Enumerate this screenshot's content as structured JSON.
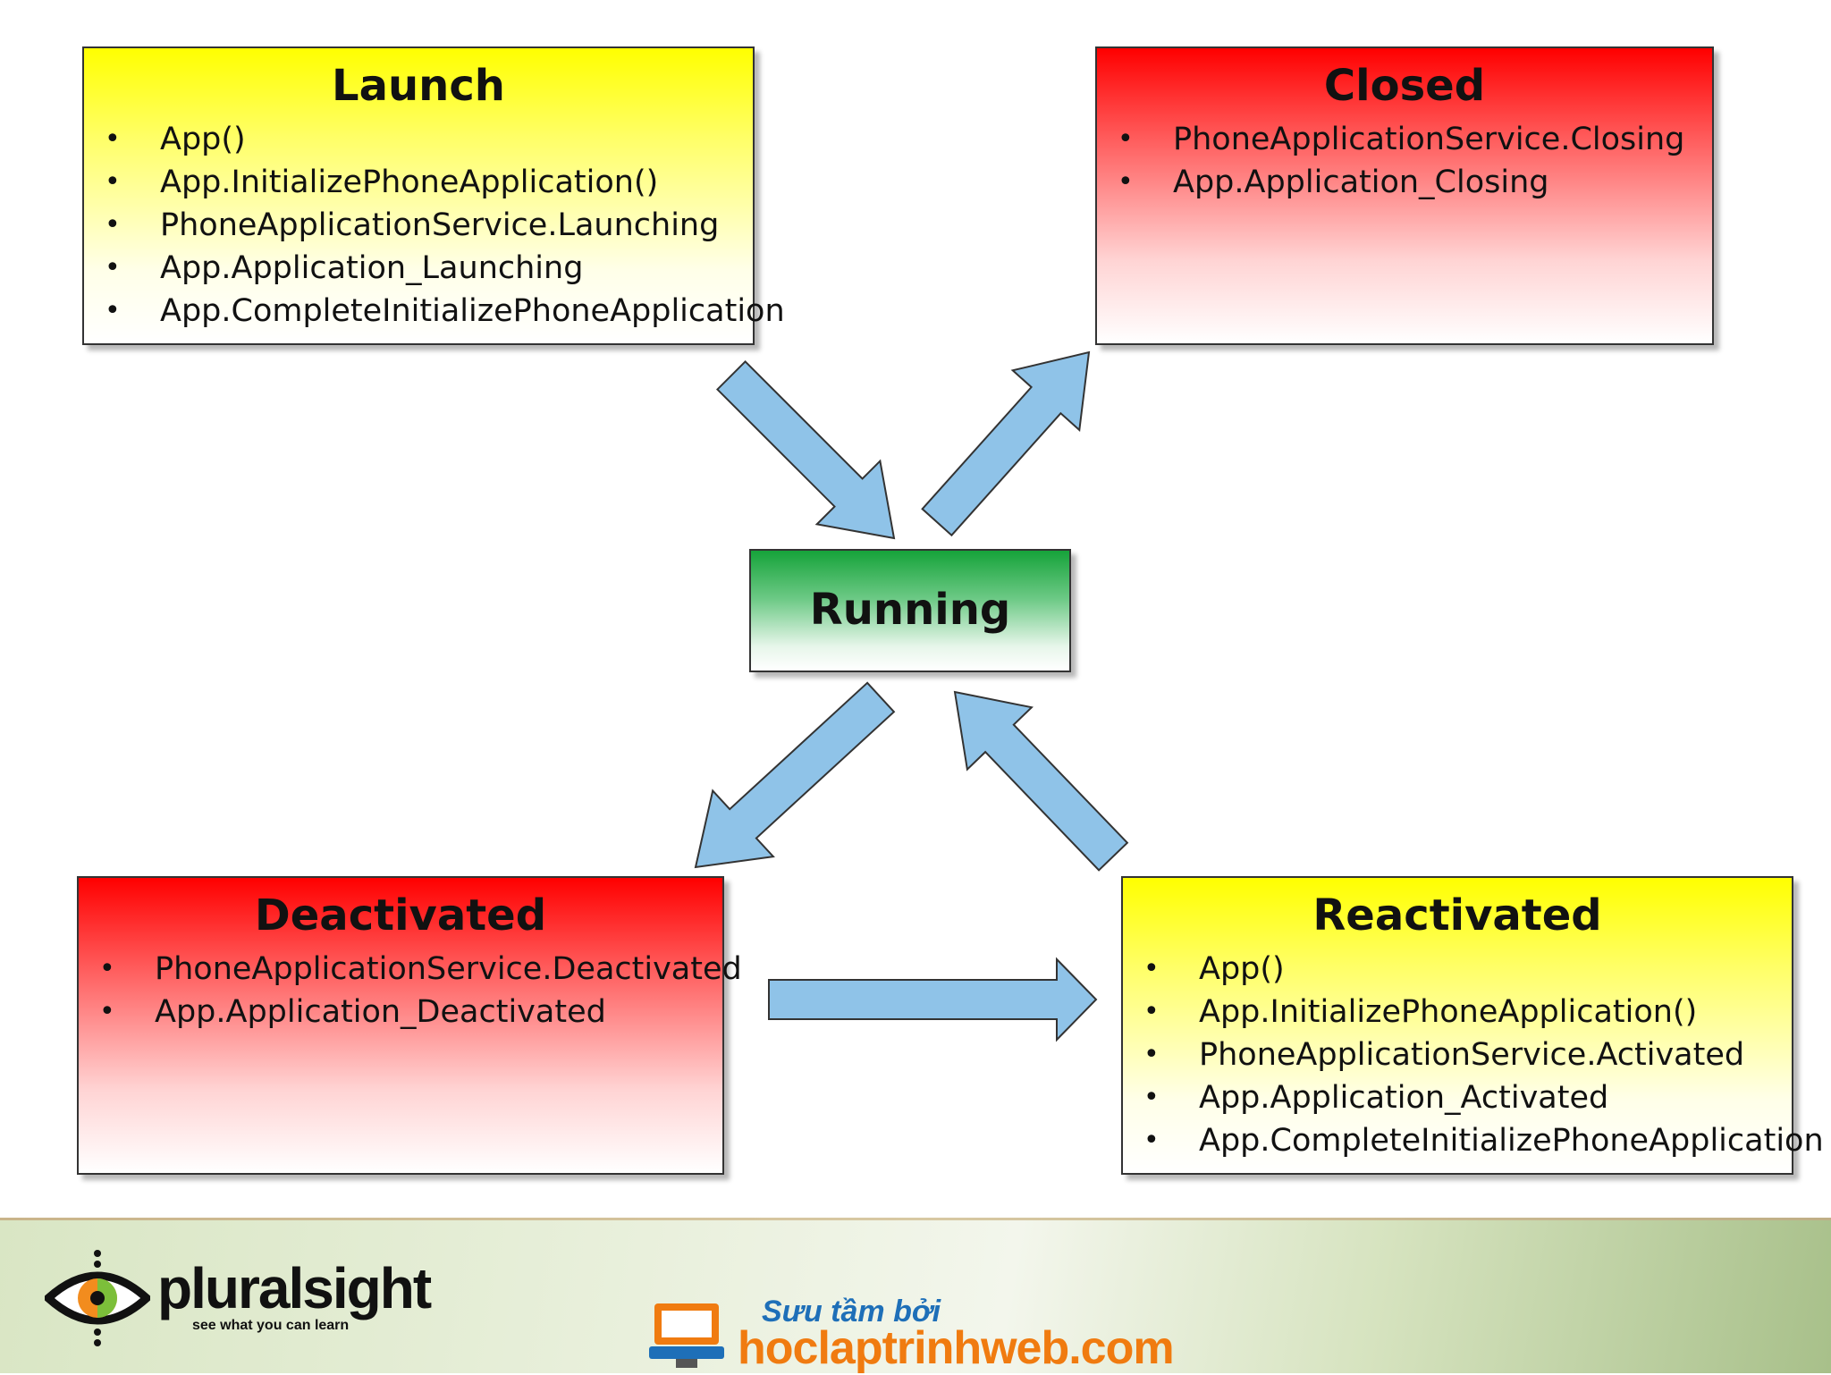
{
  "states": {
    "launch": {
      "title": "Launch",
      "items": [
        "App()",
        "App.InitializePhoneApplication()",
        "PhoneApplicationService.Launching",
        "App.Application_Launching",
        "App.CompleteInitializePhoneApplication"
      ]
    },
    "closed": {
      "title": "Closed",
      "items": [
        "PhoneApplicationService.Closing",
        "App.Application_Closing"
      ]
    },
    "running": {
      "title": "Running"
    },
    "deactivated": {
      "title": "Deactivated",
      "items": [
        "PhoneApplicationService.Deactivated",
        "App.Application_Deactivated"
      ]
    },
    "reactivated": {
      "title": "Reactivated",
      "items": [
        "App()",
        "App.InitializePhoneApplication()",
        "PhoneApplicationService.Activated",
        "App.Application_Activated",
        "App.CompleteInitializePhoneApplication"
      ]
    }
  },
  "bullet": "•",
  "colors": {
    "arrow_fill": "#8fc3e8",
    "arrow_stroke": "#333333",
    "launch_fill": "#ffff00",
    "closed_fill": "#ff0000",
    "running_fill": "#16a33a",
    "deactivated_fill": "#ff0000",
    "reactivated_fill": "#ffff00"
  },
  "footer": {
    "pluralsight": {
      "name": "pluralsight",
      "tagline": "see what you can learn",
      "icon": "eye-icon"
    },
    "source": {
      "caption": "Sưu tầm bởi",
      "site": "hoclaptrinhweb.com",
      "icon": "monitor-icon"
    }
  }
}
